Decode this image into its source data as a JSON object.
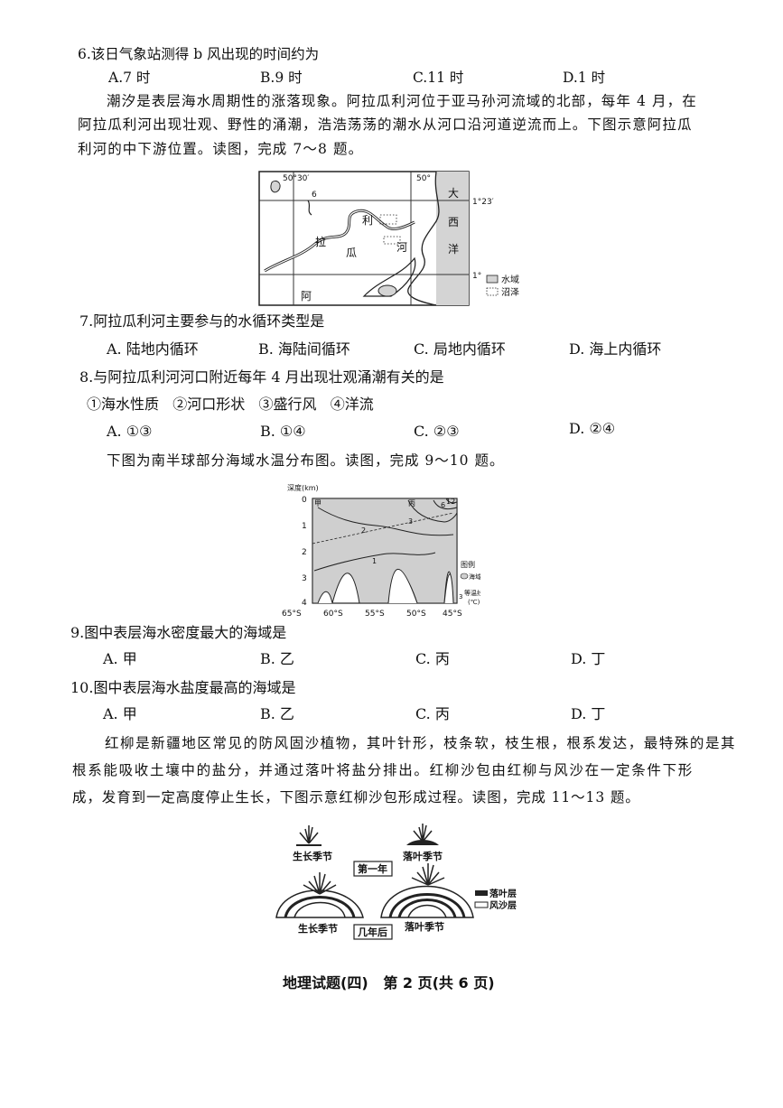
{
  "q6": {
    "stem": "6.该日气象站测得 b 风出现的时间约为",
    "options": [
      "A.7 时",
      "B.9 时",
      "C.11 时",
      "D.1 时"
    ]
  },
  "passage_7_8": {
    "line1": "潮汐是表层海水周期性的涨落现象。阿拉瓜利河位于亚马孙河流域的北部，每年 4 月，在",
    "line2": "阿拉瓜利河出现壮观、野性的涌潮，浩浩荡荡的潮水从河口沿河道逆流而上。下图示意阿拉瓜",
    "line3": "利河的中下游位置。读图，完成 7～8 题。"
  },
  "map1": {
    "lon1": "50°30′",
    "lon2": "50°",
    "lat1": "1°23′",
    "lat2": "1°",
    "ocean_chars": [
      "大",
      "西",
      "洋"
    ],
    "river_chars": [
      "阿",
      "拉",
      "瓜",
      "利",
      "河"
    ],
    "num_label": "6",
    "legend_water": "水域",
    "legend_marsh": "沼泽"
  },
  "q7": {
    "stem": "7.阿拉瓜利河主要参与的水循环类型是",
    "options": [
      "A. 陆地内循环",
      "B. 海陆间循环",
      "C. 局地内循环",
      "D. 海上内循环"
    ]
  },
  "q8": {
    "stem": "8.与阿拉瓜利河河口附近每年 4 月出现壮观涌潮有关的是",
    "items": "①海水性质   ②河口形状   ③盛行风   ④洋流",
    "options": [
      "A. ①③",
      "B. ①④",
      "C. ②③",
      "D. ②④"
    ]
  },
  "intro_9_10": "下图为南半球部分海域水温分布图。读图，完成 9～10 题。",
  "chart_data": {
    "type": "contour",
    "ylabel": "深度(km)",
    "y_ticks": [
      "0",
      "1",
      "2",
      "3",
      "4"
    ],
    "x_ticks": [
      "65°S",
      "60°S",
      "55°S",
      "50°S",
      "45°S"
    ],
    "sea_labels": [
      "甲",
      "乙",
      "丙",
      "丁"
    ],
    "isotherm_values": [
      "1",
      "2",
      "3",
      "6",
      "12"
    ],
    "legend_title": "图例",
    "legend_sea": "海域",
    "legend_iso_value": "3",
    "legend_iso": "等温线",
    "legend_unit": "(℃)"
  },
  "q9": {
    "stem": "9.图中表层海水密度最大的海域是",
    "options": [
      "A. 甲",
      "B. 乙",
      "C. 丙",
      "D. 丁"
    ]
  },
  "q10": {
    "stem": "10.图中表层海水盐度最高的海域是",
    "options": [
      "A. 甲",
      "B. 乙",
      "C. 丙",
      "D. 丁"
    ]
  },
  "passage_11_13": {
    "line1": "红柳是新疆地区常见的防风固沙植物，其叶针形，枝条软，枝生根，根系发达，最特殊的是其",
    "line2": "根系能吸收土壤中的盐分，并通过落叶将盐分排出。红柳沙包由红柳与风沙在一定条件下形",
    "line3": "成，发育到一定高度停止生长，下图示意红柳沙包形成过程。读图，完成 11～13 题。"
  },
  "figure3": {
    "top_left": "生长季节",
    "top_right": "落叶季节",
    "first_year": "第一年",
    "bottom_left": "生长季节",
    "bottom_right": "落叶季节",
    "years_later": "几年后",
    "legend_leaf": "落叶层",
    "legend_sand": "风沙层"
  },
  "footer": "地理试题(四)   第 2 页(共 6 页)"
}
